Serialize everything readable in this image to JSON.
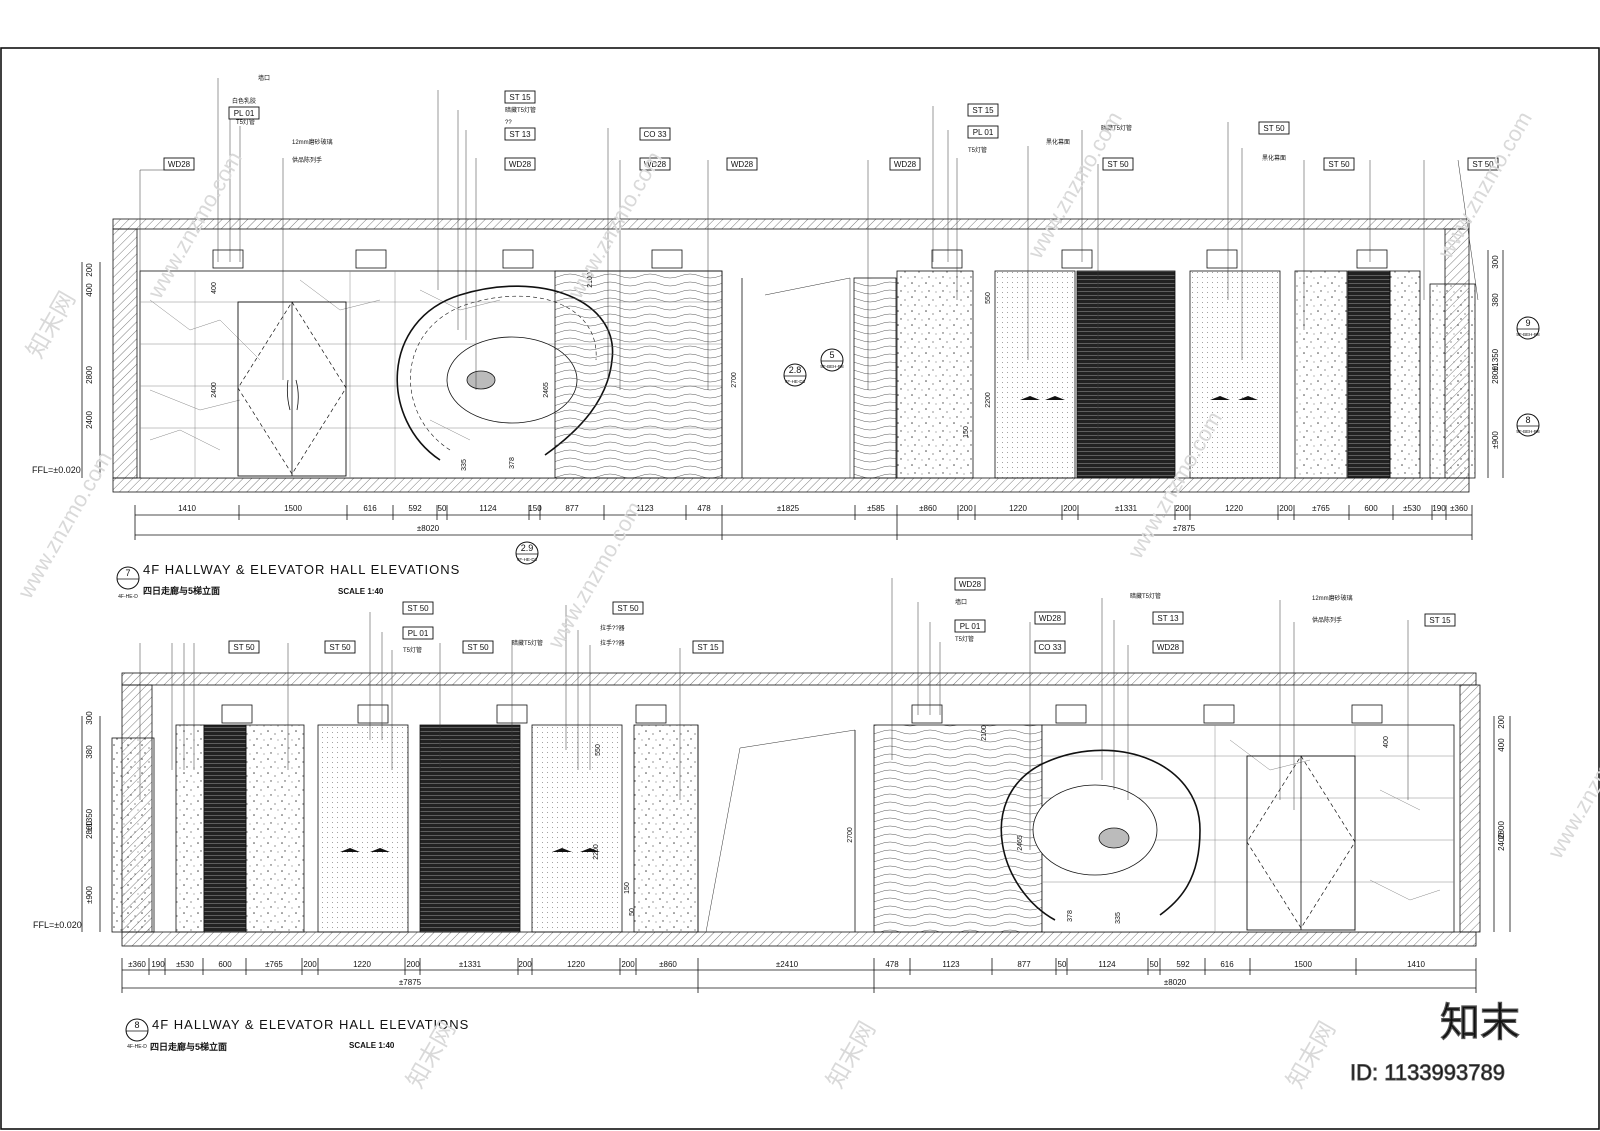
{
  "drawing": {
    "top": {
      "title": "4F HALLWAY & ELEVATOR HALL ELEVATIONS",
      "subtitle": "四日走廊与5梯立面",
      "scale": "SCALE  1:40",
      "tag_no": "7",
      "tag_ref": "4F-HE-D",
      "level": "FFL=±0.020",
      "dims_a": [
        "1410",
        "1500",
        "616",
        "592",
        "50",
        "1124",
        "150",
        "877",
        "1123",
        "478",
        "±1825",
        "±585"
      ],
      "dims_b": [
        "±860",
        "200",
        "1220",
        "200",
        "±1331",
        "200",
        "1220",
        "200",
        "±765",
        "600",
        "±530",
        "190",
        "±360"
      ],
      "total_a": "±8020",
      "total_b": "±7875",
      "vert_left": [
        "200",
        "400",
        "2800",
        "2400"
      ],
      "vert_right": [
        "300",
        "380",
        "±1350",
        "2800",
        "±900"
      ],
      "inner_dims": [
        "400",
        "2400",
        "2465",
        "335",
        "378",
        "2100",
        "550",
        "2200",
        "150",
        "2700"
      ],
      "callout_28": [
        "2.8",
        "4F-HE-D3"
      ],
      "callout_5": [
        "5",
        "5F-BEH-R8"
      ],
      "callout_29": [
        "2.9",
        "4F-HE-D3"
      ],
      "callout_9": [
        "9",
        "5F-BEH-R8"
      ],
      "callout_8": [
        "8",
        "5F-BEH-R8"
      ],
      "tags": [
        "WD28",
        "PL 01",
        "ST 15",
        "ST 13",
        "WD28",
        "CO 33",
        "WD28",
        "WD28",
        "WD28",
        "ST 15",
        "PL 01",
        "ST 50",
        "ST 50",
        "ST 50",
        "ST 50"
      ],
      "notes": [
        "墙口",
        "白色乳胶",
        "T5灯管",
        "12mm磨砂玻璃",
        "供品陈列手",
        "暗藏T5灯管",
        "??",
        "暗藏T5灯管",
        "T5灯管",
        "黑化幕面",
        "黑化幕面"
      ]
    },
    "bottom": {
      "title": "4F HALLWAY & ELEVATOR HALL ELEVATIONS",
      "subtitle": "四日走廊与5梯立面",
      "scale": "SCALE  1:40",
      "tag_no": "8",
      "tag_ref": "4F-HE-D",
      "level": "FFL=±0.020",
      "dims_a": [
        "±360",
        "190",
        "±530",
        "600",
        "±765",
        "200",
        "1220",
        "200",
        "±1331",
        "200",
        "1220",
        "200",
        "±860",
        "±2410"
      ],
      "dims_b": [
        "478",
        "1123",
        "877",
        "50",
        "1124",
        "50",
        "592",
        "616",
        "1500",
        "1410"
      ],
      "total_a": "±7875",
      "total_b": "±8020",
      "vert_left": [
        "300",
        "380",
        "±1350",
        "2800",
        "±900"
      ],
      "vert_right": [
        "200",
        "400",
        "2800",
        "2400"
      ],
      "inner_dims": [
        "2100",
        "2700",
        "2465",
        "378",
        "335",
        "400",
        "550",
        "2200",
        "150",
        "50"
      ],
      "tags": [
        "ST 50",
        "ST 50",
        "ST 50",
        "PL 01",
        "ST 50",
        "ST 50",
        "ST 15",
        "WD28",
        "PL 01",
        "WD28",
        "CO 33",
        "ST 13",
        "WD28",
        "ST 15"
      ],
      "notes": [
        "T5灯管",
        "暗藏T5灯管",
        "拉手??器",
        "拉手??器",
        "墙口",
        "T5灯管",
        "暗藏T5灯管",
        "12mm磨砂玻璃",
        "供品陈列手"
      ]
    }
  },
  "watermark": {
    "brand": "知末",
    "id": "ID: 1133993789",
    "site": "www.znzmo.com",
    "cn": "知末网"
  }
}
